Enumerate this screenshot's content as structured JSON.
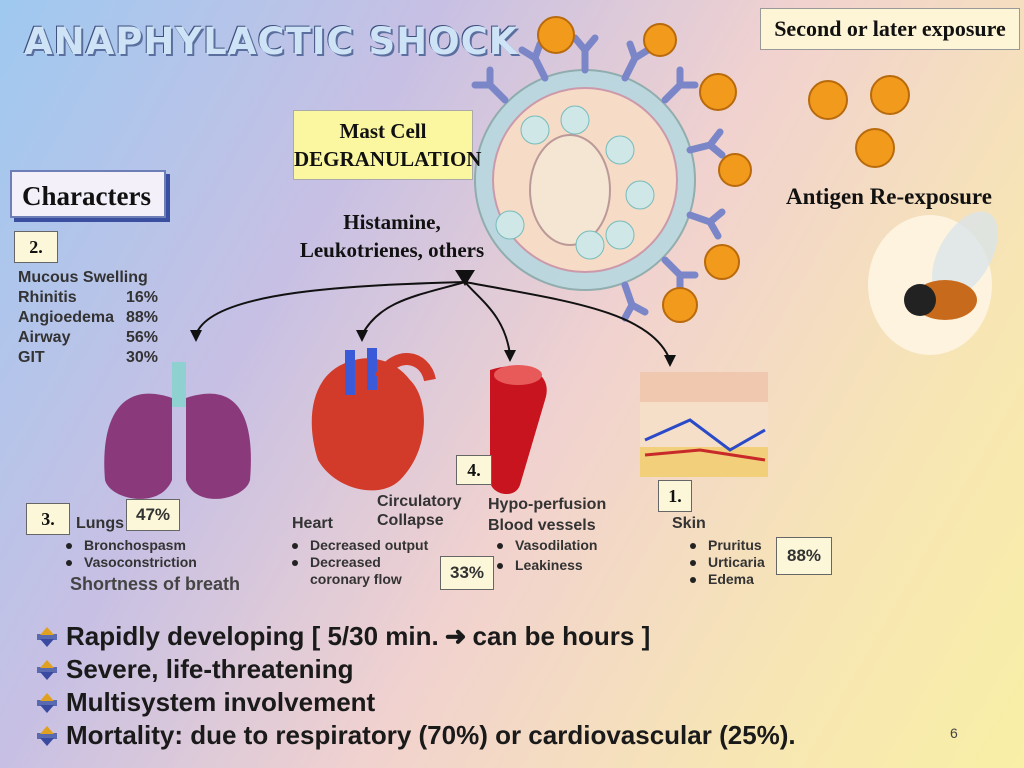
{
  "title": "ANAPHYLACTIC SHOCK",
  "exposure_label": "Second or later exposure",
  "antigen_label": "Antigen Re-exposure",
  "mast_cell": {
    "line1": "Mast Cell",
    "line2": "DEGRANULATION"
  },
  "mediators": {
    "line1": "Histamine,",
    "line2": "Leukotrienes, others"
  },
  "characters_label": "Characters",
  "characters": {
    "number": "2.",
    "rows": [
      {
        "name": "Mucous Swelling",
        "value": ""
      },
      {
        "name": "Rhinitis",
        "value": "16%"
      },
      {
        "name": "Angioedema",
        "value": "88%"
      },
      {
        "name": "Airway",
        "value": "56%"
      },
      {
        "name": "GIT",
        "value": "30%"
      }
    ]
  },
  "lungs": {
    "number": "3.",
    "title": "Lungs",
    "pct": "47%",
    "items": [
      "Bronchospasm",
      "Vasoconstriction"
    ],
    "note": "Shortness of breath"
  },
  "heart": {
    "title": "Heart",
    "items": [
      "Decreased output",
      "Decreased",
      "coronary flow"
    ],
    "pct": "33%"
  },
  "circulatory": {
    "number": "4.",
    "line1": "Circulatory",
    "line2": "Collapse"
  },
  "vessels": {
    "line1": "Hypo-perfusion",
    "title": "Blood vessels",
    "items": [
      "Vasodilation",
      "Leakiness"
    ]
  },
  "skin": {
    "number": "1.",
    "title": "Skin",
    "items": [
      "Pruritus",
      "Urticaria",
      "Edema"
    ],
    "pct": "88%"
  },
  "bullets": [
    {
      "text_before": "Rapidly developing [ 5/30 min.",
      "text_after": "can be hours ]"
    },
    {
      "text_before": "Severe, life-threatening",
      "text_after": ""
    },
    {
      "text_before": "Multisystem involvement",
      "text_after": ""
    },
    {
      "text_before": "Mortality: due to respiratory (70%) or cardiovascular (25%).",
      "text_after": ""
    }
  ],
  "page_number": "6",
  "colors": {
    "virus": "#f29a1c",
    "receptor": "#7a86c8",
    "lung": "#8a3a7a",
    "heart": "#d23a2a",
    "vessel": "#c8141e"
  }
}
